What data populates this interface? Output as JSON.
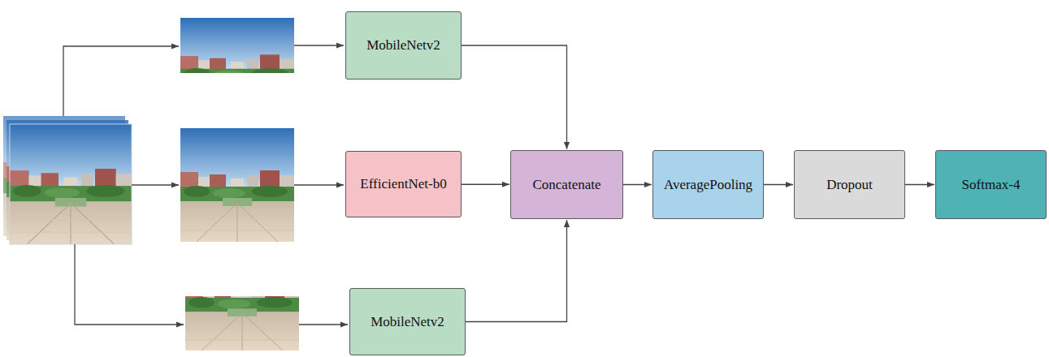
{
  "diagram": {
    "nodes": [
      {
        "text": [
          "MobileNetv2"
        ]
      },
      {
        "text": [
          "EfficientNet-b0"
        ]
      },
      {
        "text": [
          "MobileNetv2"
        ]
      },
      {
        "text": [
          "Concatenate"
        ]
      },
      {
        "text": [
          "AveragePooling"
        ]
      },
      {
        "text": [
          "Dropout"
        ]
      },
      {
        "text": [
          "Softmax-4"
        ]
      }
    ],
    "edges": [
      {
        "from": 0,
        "to": 3,
        "arrow": "to"
      },
      {
        "from": 1,
        "to": 3,
        "arrow": "to"
      },
      {
        "from": 2,
        "to": 3,
        "arrow": "to"
      },
      {
        "from": 3,
        "to": 4,
        "arrow": "to"
      },
      {
        "from": 4,
        "to": 5,
        "arrow": "to"
      },
      {
        "from": 5,
        "to": 6,
        "arrow": "to"
      }
    ]
  }
}
